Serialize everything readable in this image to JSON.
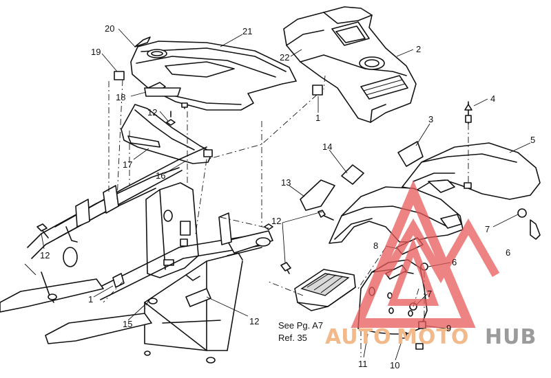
{
  "callouts": [
    {
      "id": "c20",
      "text": "20"
    },
    {
      "id": "c21",
      "text": "21"
    },
    {
      "id": "c19",
      "text": "19"
    },
    {
      "id": "c18",
      "text": "18"
    },
    {
      "id": "c12a",
      "text": "12"
    },
    {
      "id": "c17",
      "text": "17"
    },
    {
      "id": "c16",
      "text": "16"
    },
    {
      "id": "c22",
      "text": "22"
    },
    {
      "id": "c2",
      "text": "2"
    },
    {
      "id": "c1a",
      "text": "1"
    },
    {
      "id": "c4",
      "text": "4"
    },
    {
      "id": "c3",
      "text": "3"
    },
    {
      "id": "c5",
      "text": "5"
    },
    {
      "id": "c14",
      "text": "14"
    },
    {
      "id": "c13",
      "text": "13"
    },
    {
      "id": "c12b",
      "text": "12"
    },
    {
      "id": "c7a",
      "text": "7"
    },
    {
      "id": "c6a",
      "text": "6"
    },
    {
      "id": "c8",
      "text": "8"
    },
    {
      "id": "c6b",
      "text": "6"
    },
    {
      "id": "c7b",
      "text": "7"
    },
    {
      "id": "c9",
      "text": "9"
    },
    {
      "id": "c12c",
      "text": "12"
    },
    {
      "id": "c1b",
      "text": "1"
    },
    {
      "id": "c15",
      "text": "15"
    },
    {
      "id": "c12d",
      "text": "12"
    },
    {
      "id": "c11",
      "text": "11"
    },
    {
      "id": "c10",
      "text": "10"
    }
  ],
  "note": {
    "line1": "See Pg. A7",
    "line2": "Ref. 35"
  },
  "watermark": {
    "word1": "AUTO",
    "word2": "MOTO",
    "word3": "HUB",
    "color_primary": "#f2b98a",
    "color_secondary": "#9b9b9b",
    "logo_color": "#e85a5a"
  }
}
